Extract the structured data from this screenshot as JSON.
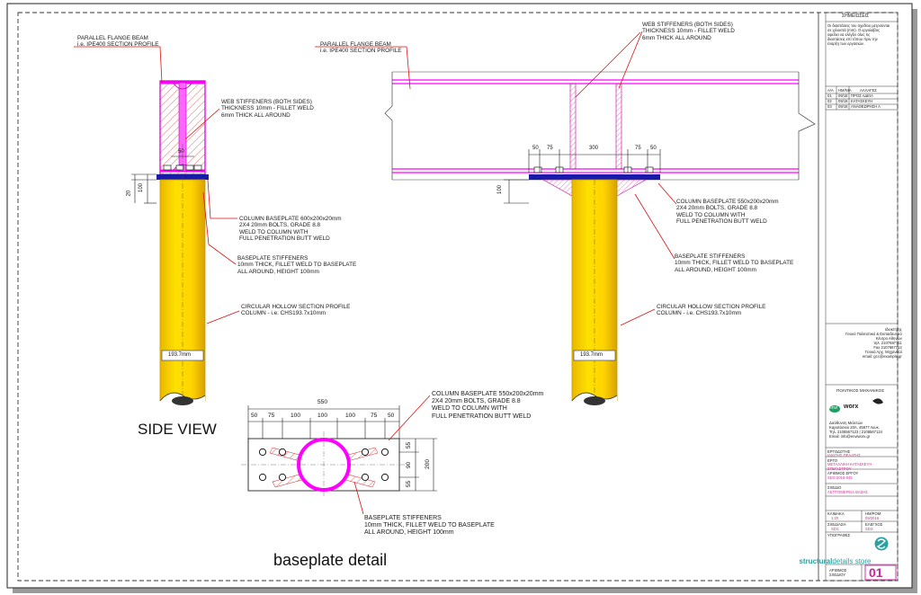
{
  "views": {
    "side_title": "SIDE VIEW",
    "detail_title": "baseplate detail"
  },
  "side": {
    "beam_label": "PARALLEL FLANGE BEAM\ni.e. IPE400 SECTION PROFILE",
    "web_stiffeners": "WEB STIFFENERS (BOTH SIDES)\nTHICKNESS 10mm - FILLET WELD\n6mm THICK ALL AROUND",
    "baseplate": "COLUMN BASEPLATE 600x200x20mm\n2X4 20mm BOLTS, GRADE 8.8\nWELD TO COLUMN WITH\nFULL PENETRATION BUTT WELD",
    "stiffeners": "BASEPLATE STIFFENERS\n10mm THICK, FILLET WELD TO BASEPLATE\nALL AROUND, HEIGHT 100mm",
    "chs": "CIRCULAR HOLLOW SECTION PROFILE\nCOLUMN - i.e. CHS193.7x10mm",
    "dia": "193.7mm",
    "dim_50": "50",
    "dim_20": "20",
    "dim_100": "100"
  },
  "front": {
    "beam_label": "PARALLEL FLANGE BEAM\ni.e. IPE400 SECTION PROFILE",
    "web_stiffeners": "WEB STIFFENERS (BOTH SIDES)\nTHICKNESS 10mm - FILLET WELD\n6mm THICK ALL AROUND",
    "baseplate": "COLUMN BASEPLATE 550x200x20mm\n2X4 20mm BOLTS, GRADE 8.8\nWELD TO COLUMN WITH\nFULL PENETRATION BUTT WELD",
    "stiffeners": "BASEPLATE STIFFENERS\n10mm THICK, FILLET WELD TO BASEPLATE\nALL AROUND, HEIGHT 100mm",
    "chs": "CIRCULAR HOLLOW SECTION PROFILE\nCOLUMN - i.e. CHS193.7x10mm",
    "dia": "193.7mm",
    "dims": [
      "50",
      "75",
      "300",
      "75",
      "50"
    ],
    "dim_100": "100"
  },
  "detail": {
    "baseplate": "COLUMN BASEPLATE 550x200x20mm\n2X4 20mm BOLTS, GRADE 8.8\nWELD TO COLUMN WITH\nFULL PENETRATION BUTT WELD",
    "stiffeners": "BASEPLATE STIFFENERS\n10mm THICK, FILLET WELD TO BASEPLATE\nALL AROUND, HEIGHT 100mm",
    "overall": "550",
    "dims": [
      "50",
      "75",
      "100",
      "100",
      "100",
      "75",
      "50"
    ],
    "side_dims": [
      "55",
      "90",
      "55"
    ],
    "height": "200"
  },
  "title_block": {
    "notes_heading": "ΣΗΜΕΙΩΣΕΙΣ",
    "notes": "Οι διαστάσεις του σχεδίου μετρούνται\nσε χιλιοστά (mm). Ο εργολάβος\nοφείλει να ελέγξει όλες τις\nδιαστάσεις επί τόπου πριν την\nέναρξη των εργασιών.",
    "rev_headers": [
      "Α/Α",
      "ΗΜ/ΝΙΑ",
      "ΑΛΛΑΓΕΣ"
    ],
    "revisions": [
      [
        "01",
        "09/18",
        "ΠΡΟΣ ΑΔΕΙΑ"
      ],
      [
        "02",
        "09/18",
        "ΚΑΤΑΣΚΕΥΗ"
      ],
      [
        "03",
        "09/18",
        "ΑΝΑΘΕΩΡΗΣΗ Α"
      ]
    ],
    "firm_text": "Ιδιοκτήτης\nΓενικό Πολιτιστικό & Εκπαιδευτικό\nΚέντρο Αθηνών\nτηλ. 2107687711\nFax 2107687712\nΓενικά Αρχ. Μηχανικοί\nemail: gcc@example.gr",
    "engineer_heading": "ΠΟΛΙΤΙΚΟΣ ΜΗΧΑΝΙΚΟΣ",
    "logo_text": "envi",
    "logo_text2": "worx",
    "engineer_text": "Διεύθυνση Μελετών\nΚαρατάσιου 20Α, 45677 Λευκ.\nΤηλ. 2108567123 | 2108567124\nEmail: info@enviworx.gr",
    "owner_label": "ΕΡΓΟΔΟΤΗΣ",
    "owner_value": "ΙΔΙΩΤΗΣ ΠΕΛΑΤΗΣ",
    "project_label": "ΕΡΓΟ",
    "project_value": "ΜΕΤΑΛΛΙΚΗ ΚΑΤΑΣΚΕΥΗ\nΣΤΕΓΑΣΤΡΟΥ",
    "project_no_label": "ΑΡΙΘΜΟΣ ΕΡΓΟΥ",
    "project_no_value": "SDS-2018-045",
    "drawing_label": "ΣΧΕΔΙΟ",
    "drawing_value": "ΛΕΠΤΟΜΕΡΕΙΑ ΒΑΣΗΣ",
    "scale_label": "ΚΛΙΜΑΚΑ",
    "scale_value": "1:20",
    "date_label": "ΗΜ/ΡΟΜ",
    "date_value": "09/2018",
    "drawn_label": "ΣΧΕΔΙΑΣΗ",
    "drawn_value": "SDS",
    "check_label": "ΕΛΕΓΧΟΣ",
    "check_value": "SDS",
    "sign_label": "ΥΠΟΓΡΑΦΕΣ",
    "brand_bold": "structural",
    "brand_light": "details store",
    "sheet_label": "ΑΡΙΘΜΟΣ\nΣΧΕΔΙΟΥ",
    "sheet_no": "01"
  },
  "colors": {
    "column": "#ffdd00",
    "column_edge": "#d4a400",
    "magenta": "#ff00ff",
    "blue": "#1a1aa8",
    "leader": "#e01010",
    "brand_green": "#1aa060",
    "brand_teal": "#2aa0a0"
  }
}
